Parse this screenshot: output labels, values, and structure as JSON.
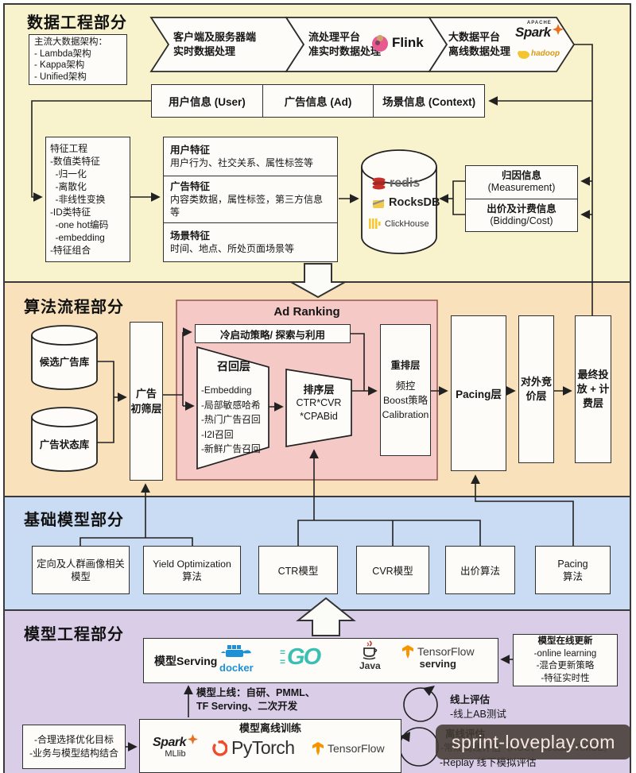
{
  "watermark": "sprint-loveplay.com",
  "colors": {
    "section1_bg": "#f8f2cd",
    "section2_bg": "#f9e2bb",
    "ad_ranking_bg": "#f4c9c6",
    "section3_bg": "#cadcf4",
    "section4_bg": "#d9cde8",
    "box_bg": "#fdfcf8",
    "line": "#222222",
    "watermark_bg": "#48413a",
    "flink_pink": "#e85a8f",
    "docker_blue": "#1d90d6",
    "go_teal": "#3bbfb2",
    "tf_orange": "#f79400",
    "redis_red": "#c6302b",
    "pytorch_orange": "#ee4c2c",
    "spark_star": "#e8701f",
    "clickhouse_yellow": "#f5c836"
  },
  "s1": {
    "title": "数据工程部分",
    "arch": [
      "主流大数据架构：",
      "- Lambda架构",
      "- Kappa架构",
      "- Unified架构"
    ],
    "chevron1": [
      "客户端及服务器端",
      "实时数据处理"
    ],
    "chevron2": [
      "流处理平台",
      "准实时数据处理"
    ],
    "chevron3": [
      "大数据平台",
      "离线数据处理"
    ],
    "info_row": [
      "用户信息 (User)",
      "广告信息 (Ad)",
      "场景信息 (Context)"
    ],
    "feature_eng": [
      "特征工程",
      "-数值类特征",
      "  -归一化",
      "  -离散化",
      "  -非线性变换",
      "-ID类特征",
      "  -one hot编码",
      "  -embedding",
      "-特征组合"
    ],
    "features": [
      {
        "title": "用户特征",
        "desc": "用户行为、社交关系、属性标签等"
      },
      {
        "title": "广告特征",
        "desc": "内容类数据，属性标签，第三方信息等"
      },
      {
        "title": "场景特征",
        "desc": "时间、地点、所处页面场景等"
      }
    ],
    "measurement": [
      "归因信息",
      "(Measurement)"
    ],
    "bidding": [
      "出价及计费信息",
      "(Bidding/Cost)"
    ]
  },
  "s2": {
    "title": "算法流程部分",
    "cyl1": "候选广告库",
    "cyl2": "广告状态库",
    "prefilter": [
      "广告",
      "初筛层"
    ],
    "ad_ranking": "Ad Ranking",
    "coldstart": "冷启动策略/ 探索与利用",
    "recall": [
      "召回层",
      "-Embedding",
      "-局部敏感哈希",
      "-热门广告召回",
      "-I2I召回",
      "-新鲜广告召回"
    ],
    "rank": [
      "排序层",
      "CTR*CVR",
      "*CPABid"
    ],
    "rerank": [
      "重排层",
      "频控",
      "Boost策略",
      "Calibration"
    ],
    "pacing": "Pacing层",
    "external": [
      "对外竞",
      "价层"
    ],
    "final": [
      "最终投",
      "放 + 计",
      "费层"
    ]
  },
  "s3": {
    "title": "基础模型部分",
    "m0": [
      "定向及人群画像相关",
      "模型"
    ],
    "m1": [
      "Yield Optimization",
      "算法"
    ],
    "m2": [
      "CTR模型"
    ],
    "m3": [
      "CVR模型"
    ],
    "m4": [
      "出价算法"
    ],
    "m5": [
      "Pacing",
      "算法"
    ]
  },
  "s4": {
    "title": "模型工程部分",
    "serving_label": "模型Serving",
    "online_update": [
      "模型在线更新",
      "-online learning",
      "-混合更新策略",
      "-特征实时性"
    ],
    "deploy": [
      "模型上线：自研、PMML、",
      "TF Serving、二次开发"
    ],
    "online_eval": [
      "线上评估",
      "-线上AB测试"
    ],
    "offline_train_title": "模型离线训练",
    "objective": [
      "-合理选择优化目标",
      "-业务与模型结构结合"
    ],
    "offline_eval": [
      "离线评估",
      "-常规离线评估（AUC、Recall、RMSE）",
      "-Replay 线下模拟评估"
    ]
  },
  "logos": {
    "flink": "Flink",
    "spark": "Spark",
    "apache": "APACHE",
    "hadoop": "hadoop",
    "redis": "redis",
    "rocksdb": "RocksDB",
    "clickhouse": "ClickHouse",
    "docker": "docker",
    "go": "GO",
    "java": "Java",
    "tensorflow": "TensorFlow",
    "serving": "serving",
    "pytorch": "PyTorch",
    "mllib": "MLlib"
  }
}
